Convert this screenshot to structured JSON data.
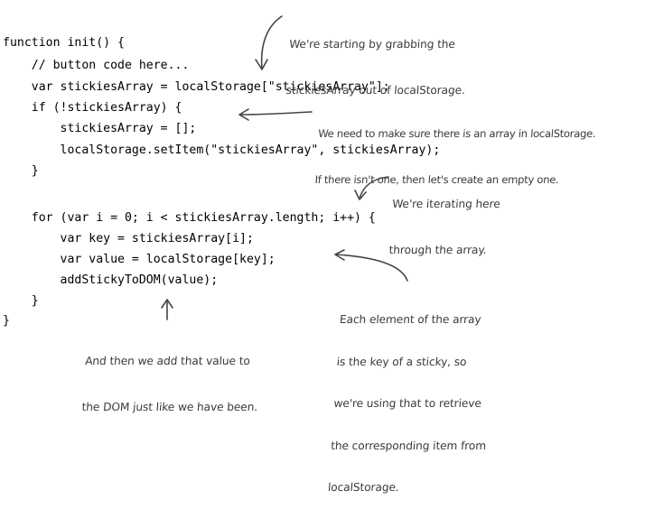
{
  "code": {
    "lines": [
      "function init() {",
      "    // button code here...",
      "    var stickiesArray = localStorage[\"stickiesArray\"];",
      "    if (!stickiesArray) {",
      "        stickiesArray = [];",
      "        localStorage.setItem(\"stickiesArray\", stickiesArray);",
      "    }",
      "    for (var i = 0; i < stickiesArray.length; i++) {",
      "        var key = stickiesArray[i];",
      "        var value = localStorage[key];",
      "        addStickyToDOM(value);",
      "    }",
      "}"
    ]
  },
  "annotations": {
    "grab": {
      "line1": "We're starting by grabbing the",
      "line2": "stickiesArray out of localStorage."
    },
    "check": {
      "line1": "We need to make sure there is an array in localStorage.",
      "line2": "If there isn't one, then let's create an empty one."
    },
    "iterate": {
      "line1": "We're iterating here",
      "line2": "through the array."
    },
    "element": {
      "line1": "Each element of the array",
      "line2": "is the key of a sticky, so",
      "line3": "we're using that to retrieve",
      "line4": "the corresponding item from",
      "line5": "localStorage."
    },
    "add": {
      "line1": "And then we add that value to",
      "line2": "the DOM just like we have been."
    }
  },
  "colors": {
    "code": "#000000",
    "annotation": "#3a3a3a"
  }
}
